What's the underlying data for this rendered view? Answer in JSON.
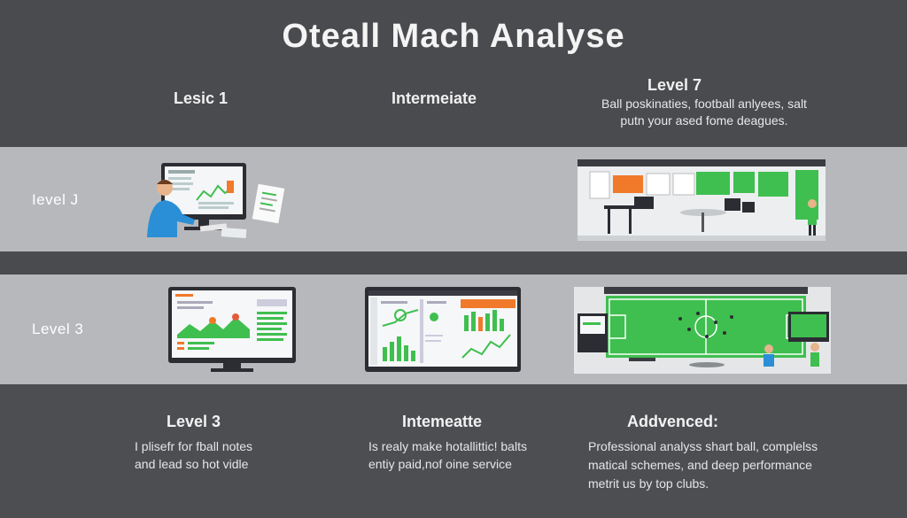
{
  "header": {
    "title": "Oteall Mach Analyse",
    "col1_label": "Lesic 1",
    "col2_label": "Intermeiate",
    "col3_label": "Level 7",
    "col3_desc_line1": "Ball poskinaties, football anlyees, salt",
    "col3_desc_line2": "putn your ased fome deagues."
  },
  "rows": {
    "row1_label": "Ievel J",
    "row2_label": "Level 3"
  },
  "bottom": {
    "col1": {
      "title": "Level 3",
      "line1": "I plisefr for fball notes",
      "line2": "and lead so hot vidle"
    },
    "col2": {
      "title": "Intemeatte",
      "line1": "Is realy make hotallittic! balts",
      "line2": "entiy paid,nof oine service"
    },
    "col3": {
      "title": "Addvenced:",
      "line1": "Professional analyss shart ball, complelss",
      "line2": "matical schemes, and deep performance",
      "line3": "metrit us by top clubs."
    }
  },
  "colors": {
    "background": "#4a4b4f",
    "band": "#b7b8bc",
    "accent_green": "#3fbf4f",
    "accent_orange": "#f07a2a",
    "person_blue": "#2a8fd6"
  }
}
